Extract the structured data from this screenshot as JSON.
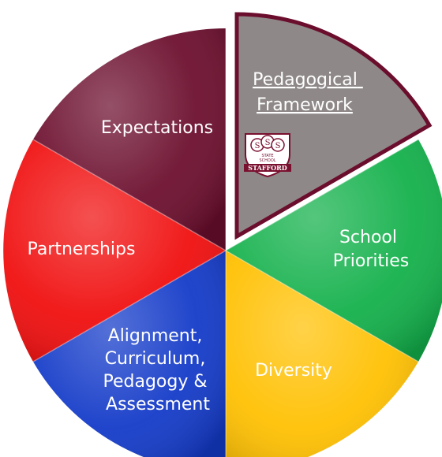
{
  "diagram": {
    "segments": [
      {
        "id": "pedagogical-framework",
        "lines": [
          "Pedagogical",
          "Framework"
        ],
        "color": "#8e8888",
        "underlined": true,
        "exploded": true,
        "logo": {
          "lines": [
            "S",
            "S",
            "S",
            "STATE",
            "SCHOOL",
            "STAFFORD"
          ]
        }
      },
      {
        "id": "school-priorities",
        "lines": [
          "School",
          "Priorities"
        ],
        "color": "#12b04a"
      },
      {
        "id": "diversity",
        "lines": [
          "Diversity"
        ],
        "color": "#ffc000"
      },
      {
        "id": "alignment",
        "lines": [
          "Alignment,",
          "Curriculum,",
          "Pedagogy &",
          "Assessment"
        ],
        "color": "#1239c8"
      },
      {
        "id": "partnerships",
        "lines": [
          "Partnerships"
        ],
        "color": "#f00d0d"
      },
      {
        "id": "expectations",
        "lines": [
          "Expectations"
        ],
        "color": "#6b0d2c"
      }
    ]
  }
}
